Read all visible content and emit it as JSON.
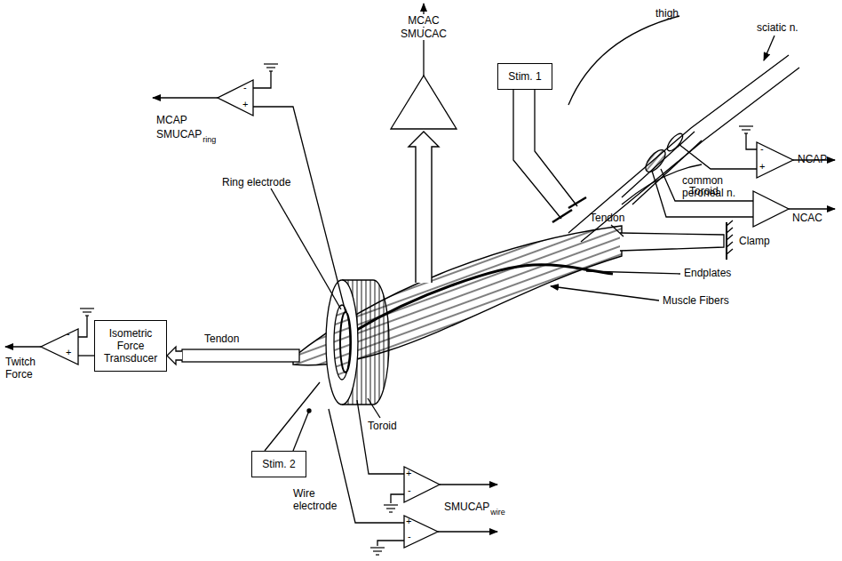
{
  "diagram": {
    "nodes": [
      {
        "text": [
          "Isometric Force Transducer"
        ]
      },
      {
        "text": [
          "Stim. 1"
        ]
      },
      {
        "text": [
          "Stim. 2"
        ]
      }
    ],
    "labels": [
      "MCAC",
      "SMUCAC",
      "MCAP",
      "SMUCAP",
      "ring",
      "thigh",
      "sciatic n.",
      "common peroneal n.",
      "NCAP",
      "NCAC",
      "Ring electrode",
      "Toroid",
      "Tendon",
      "Clamp",
      "Endplates",
      "Muscle Fibers",
      "Tendon",
      "Twitch Force",
      "Toroid",
      "Wire electrode",
      "SMUCAP",
      "wire",
      "-",
      "+",
      "-",
      "+",
      "-",
      "+",
      "+",
      "-",
      "+",
      "-"
    ]
  }
}
